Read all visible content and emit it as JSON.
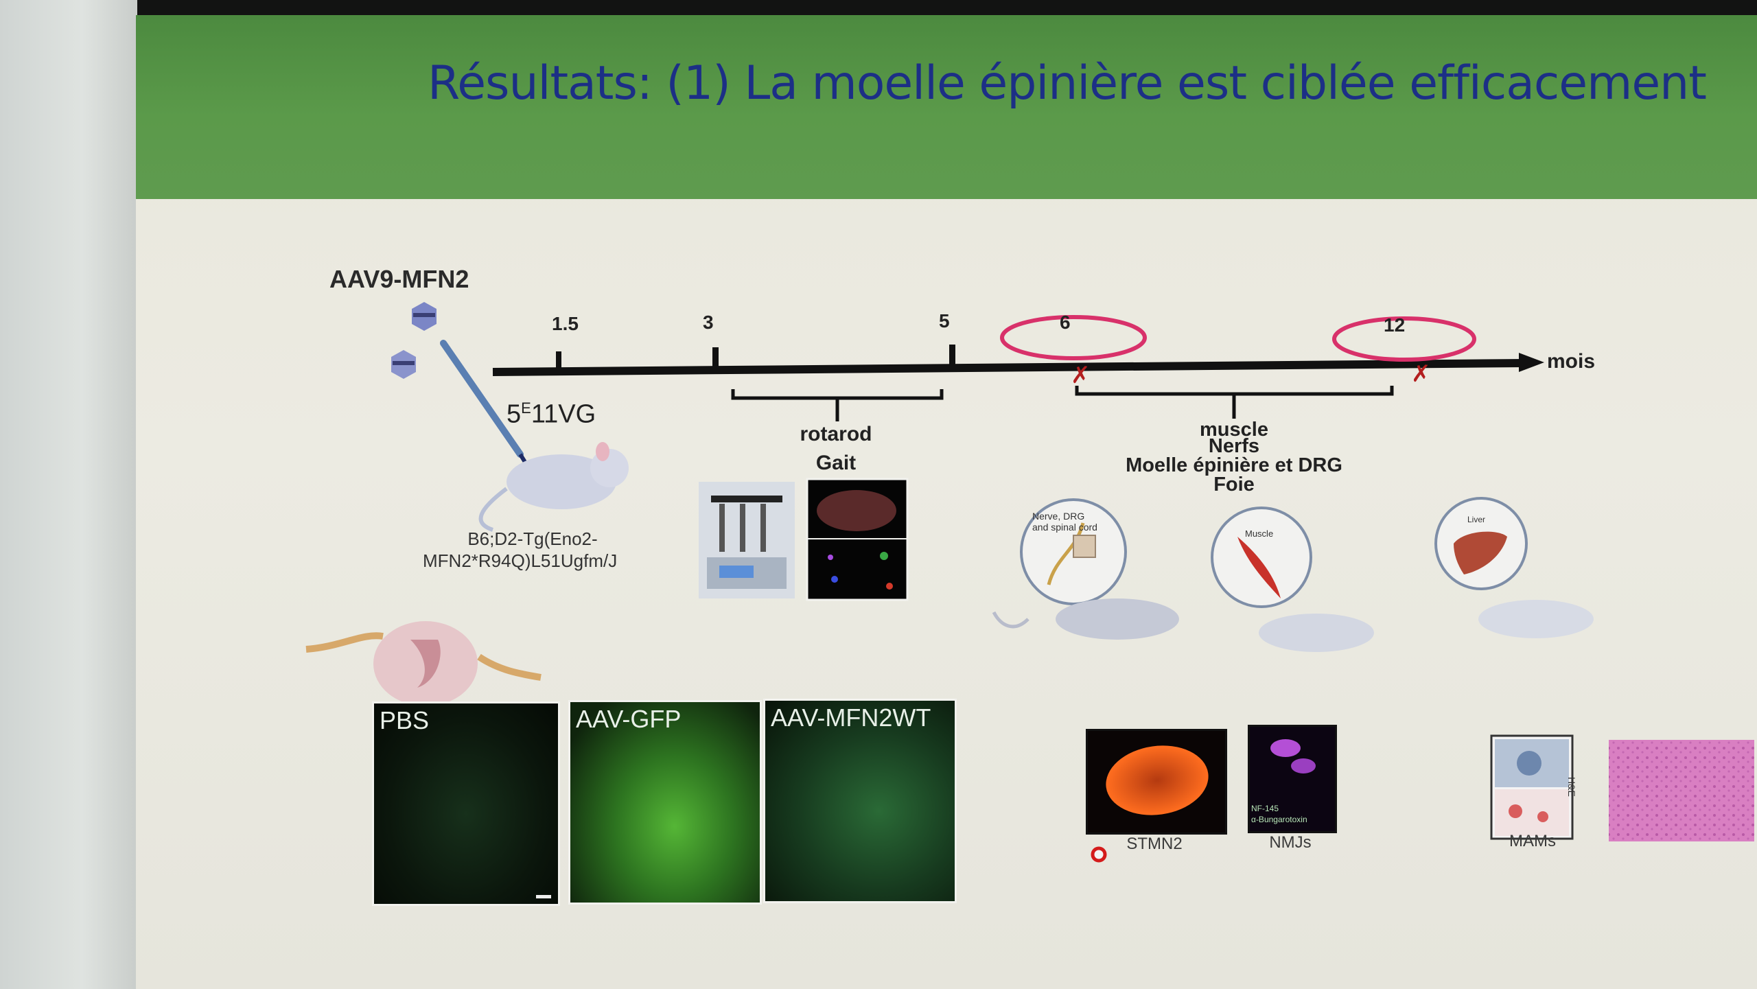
{
  "slide": {
    "title": "Résultats: (1) La moelle épinière est ciblée efficacement"
  },
  "injection": {
    "vector_label": "AAV9-MFN2",
    "dose_label": "5E11VG",
    "dose_base": "5",
    "dose_exponent": "E",
    "dose_rest": "11VG",
    "strain_line1": "B6;D2-Tg(Eno2-",
    "strain_line2": "MFN2*R94Q)L51Ugfm/J"
  },
  "timeline": {
    "ticks": [
      "1.5",
      "3",
      "5",
      "6",
      "12"
    ],
    "circled_ticks": [
      "6",
      "12"
    ],
    "unit_label": "mois",
    "behaviour_tests": [
      "rotarod",
      "Gait"
    ],
    "tissues": [
      "muscle",
      "Nerfs",
      "Moelle épinière et DRG",
      "Foie"
    ]
  },
  "tissue_icons": {
    "nerve_label_line1": "Nerve, DRG",
    "nerve_label_line2": "and spinal cord",
    "muscle_label": "Muscle",
    "liver_label": "Liver"
  },
  "spinal_panels": [
    {
      "label": "PBS"
    },
    {
      "label": "AAV-GFP"
    },
    {
      "label": "AAV-MFN2WT"
    }
  ],
  "analysis_panels": {
    "stmn2": "STMN2",
    "nmjs": "NMJs",
    "nmj_stain_line1": "NF-145",
    "nmj_stain_line2": "α-Bungarotoxin",
    "mams": "MAMs",
    "he_label": "H&E"
  },
  "colors": {
    "title": "#1c2f86",
    "header_green": "#5b9a4a",
    "highlight_circle": "#d8316a",
    "gfp_green": "#5fc43a"
  }
}
